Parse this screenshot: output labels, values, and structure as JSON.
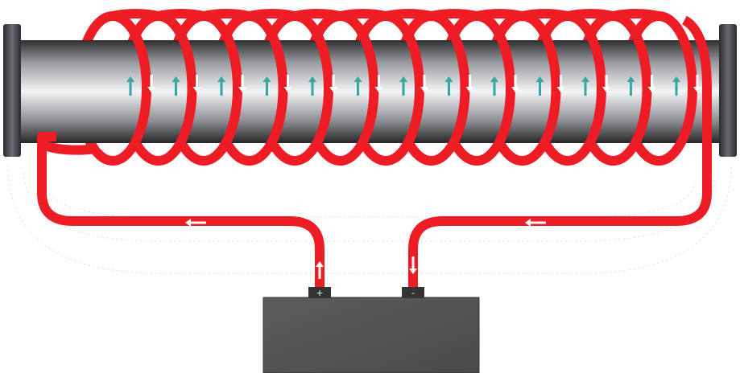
{
  "battery": {
    "positive_label": "+",
    "negative_label": "-"
  },
  "coil": {
    "turns": 13,
    "current_direction": "positive-to-negative-through-coil",
    "field_arrow_direction": "up"
  },
  "colors": {
    "wire": "#ee1c24",
    "current_arrow": "#ffffff",
    "field_arrow": "#35a7a0",
    "field_lines": "#bfe6e2",
    "core_light": "#f2f4f6",
    "core_dark": "#3d3d3f",
    "battery_body": "#555555",
    "terminal": "#333333"
  },
  "icons": {
    "current": "arrow-icon",
    "field": "arrow-up-icon"
  }
}
